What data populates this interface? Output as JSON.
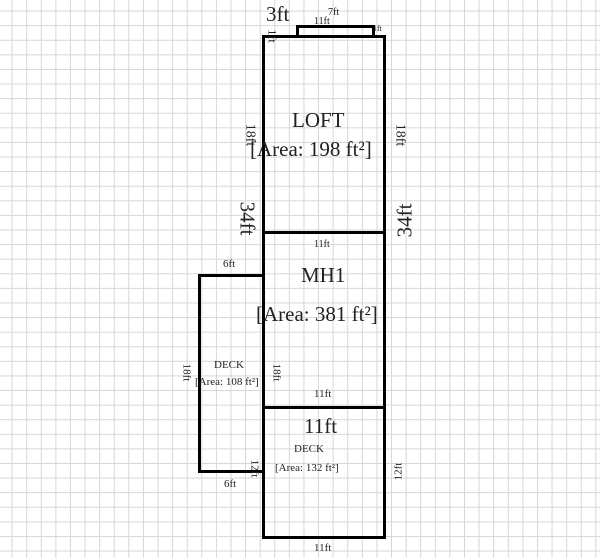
{
  "rooms": [
    {
      "name": "LOFT",
      "area": "[Area: 198 ft²]"
    },
    {
      "name": "MH1",
      "area": "[Area: 381 ft²]"
    },
    {
      "name": "DECK",
      "area": "[Area: 108 ft²]"
    },
    {
      "name": "DECK",
      "area": "[Area: 132 ft²]"
    }
  ],
  "dims": {
    "top_3ft": "3ft",
    "top_7ft": "7ft",
    "top_11ft": "11ft",
    "top_1ft": "1ft",
    "top_left_1ft": "1ft",
    "loft_left": "18ft",
    "loft_right": "18ft",
    "left_34": "34ft",
    "right_34": "34ft",
    "mid_11ft": "11ft",
    "deck_top_6ft": "6ft",
    "deck_left_18ft": "18ft",
    "mh1_inner_18ft": "18ft",
    "mh1_bottom_11ft": "11ft",
    "deck2_11ft": "11ft",
    "deck_12ft_left": "12ft",
    "deck_bottom_6ft": "6ft",
    "deck2_right_12ft": "12ft",
    "bottom_11ft": "11ft"
  }
}
